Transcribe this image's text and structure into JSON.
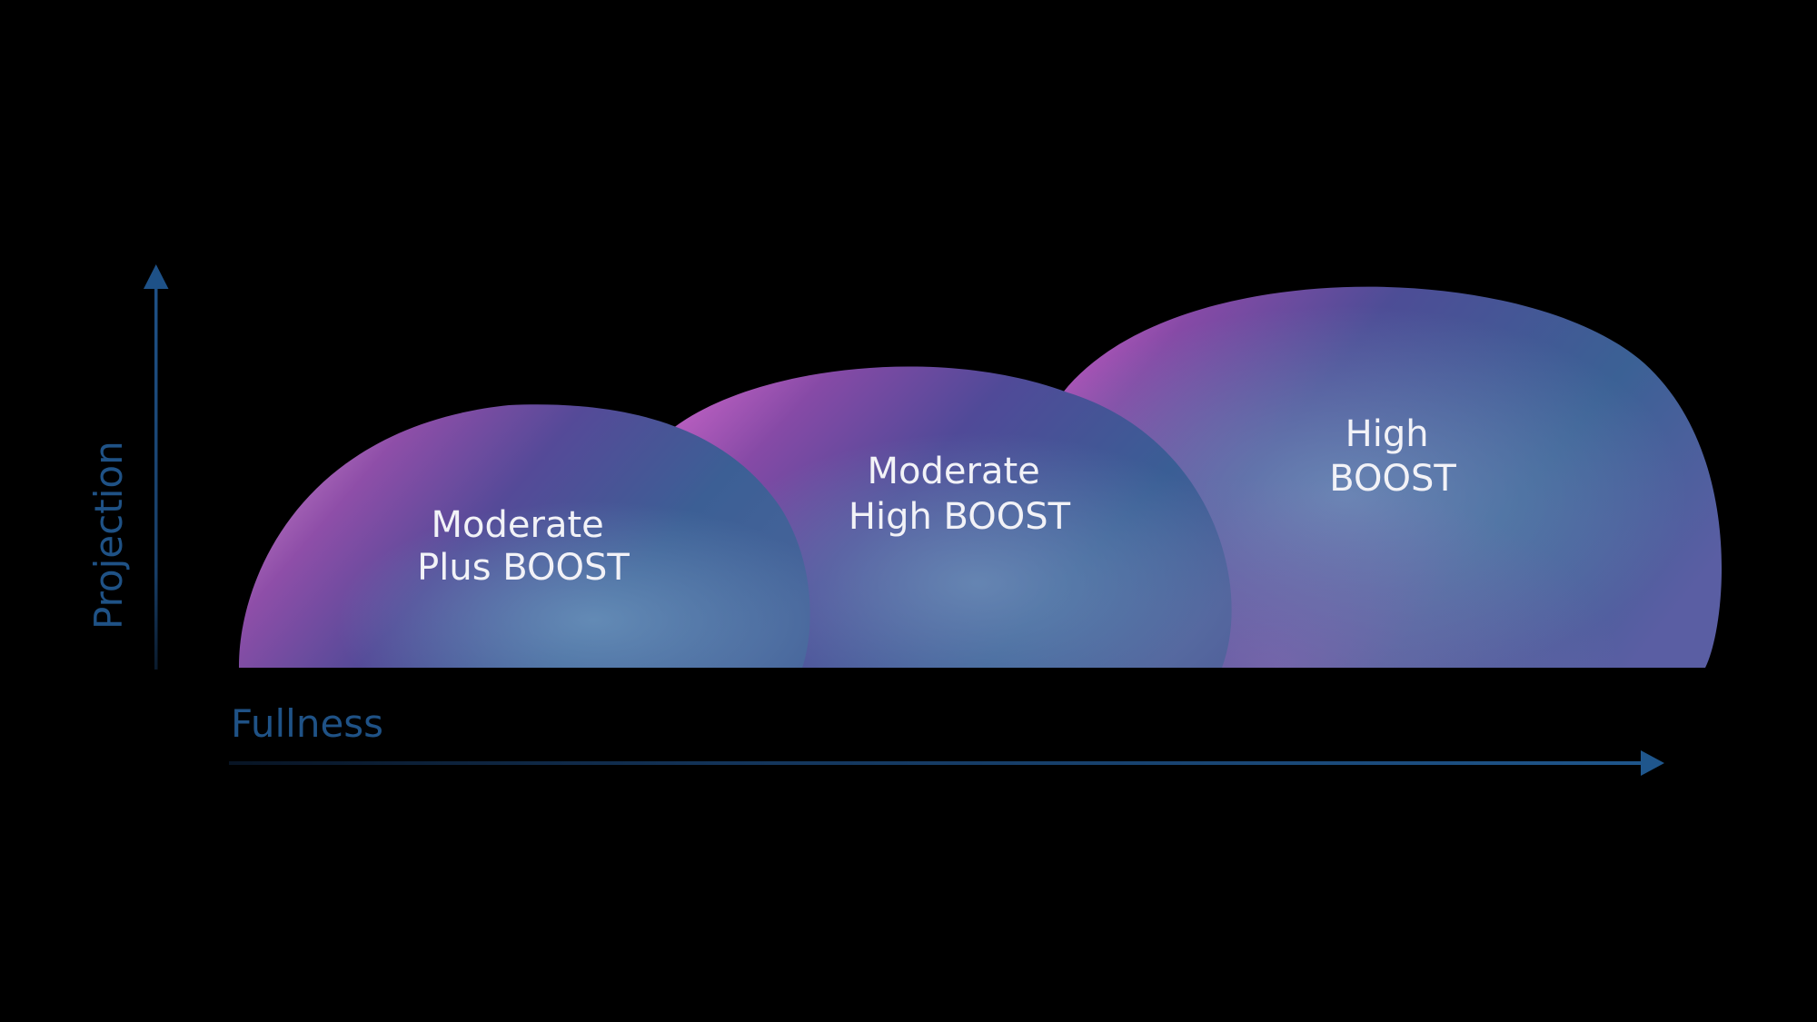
{
  "colors": {
    "background": "#000000",
    "axis": "#1d4e7e",
    "axis_label": "#1f5286",
    "dome_pink": "#c37ac8",
    "dome_magenta": "#8a4aa8",
    "dome_purple": "#5a4a9c",
    "dome_blue": "#3a6296",
    "dome_light_blue": "#5a86b2",
    "label_text": "#f2f2f7"
  },
  "axes": {
    "y_label": "Projection",
    "x_label": "Fullness"
  },
  "domes": [
    {
      "id": "moderate-plus",
      "lines": [
        "Moderate",
        "Plus BOOST"
      ]
    },
    {
      "id": "moderate-high",
      "lines": [
        "Moderate",
        "High BOOST"
      ]
    },
    {
      "id": "high",
      "lines": [
        "High",
        "BOOST"
      ]
    }
  ]
}
